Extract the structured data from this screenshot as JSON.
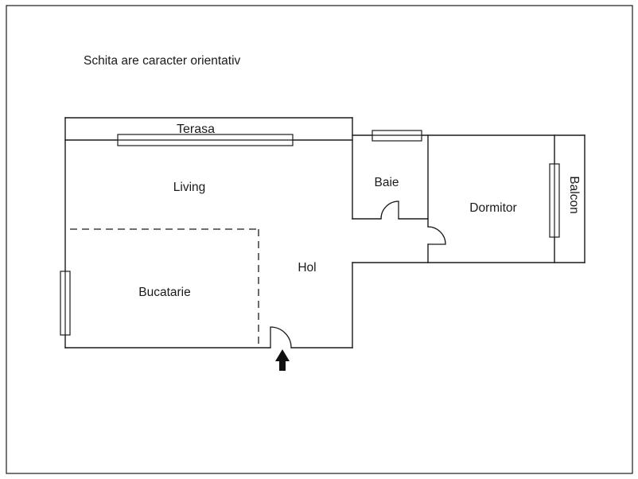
{
  "page": {
    "title": "Schita are caracter orientativ"
  },
  "floorplan": {
    "rooms": {
      "terasa": "Terasa",
      "living": "Living",
      "baie": "Baie",
      "dormitor": "Dormitor",
      "balcon": "Balcon",
      "hol": "Hol",
      "bucatarie": "Bucatarie"
    },
    "colors": {
      "line": "#1a1a1a",
      "background": "#ffffff"
    },
    "icons": {
      "entrance_arrow": "filled-up-arrow"
    }
  }
}
